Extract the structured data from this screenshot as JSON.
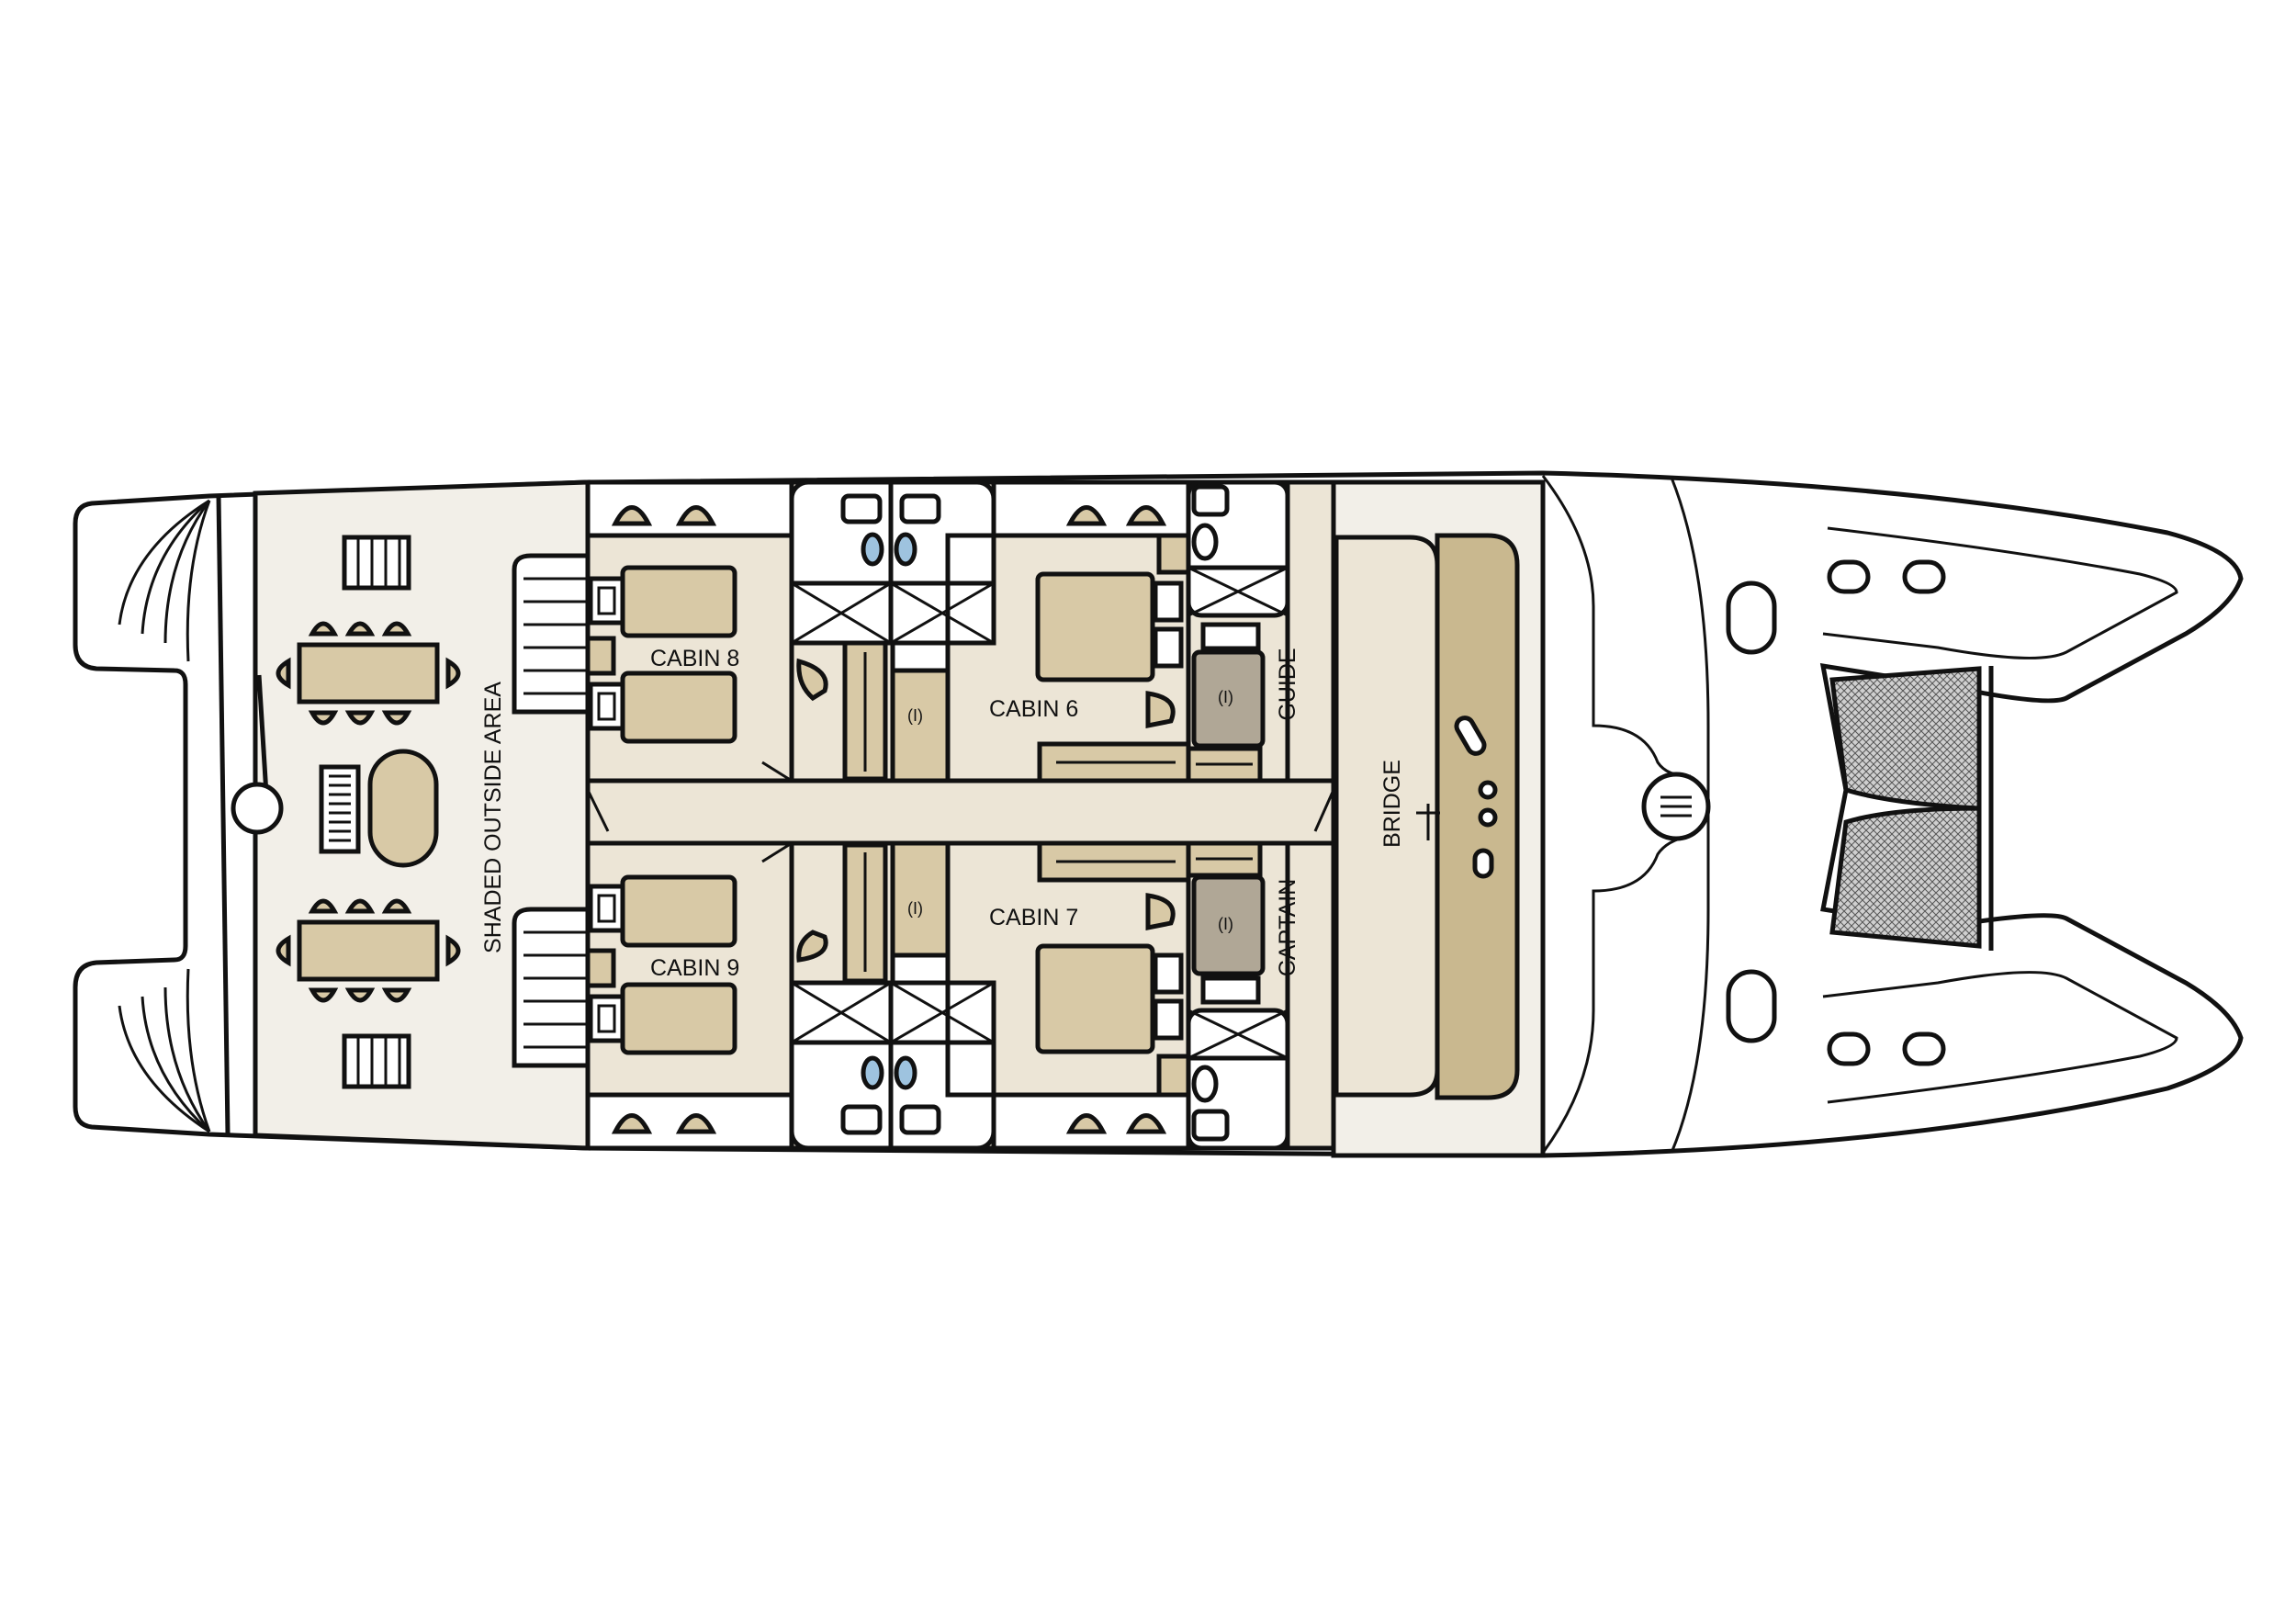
{
  "colors": {
    "deck": "#f2efe8",
    "cabin_floor": "#ece5d6",
    "furniture": "#d8c9a6",
    "bridge_console": "#c9b88f",
    "bathroom": "#ffffff",
    "shower": "#b0a796",
    "outline": "#111111",
    "glass": "#9ec3df"
  },
  "labels": {
    "shaded_outside_area": "SHADED OUTSIDE AREA",
    "cabin_8": "CABIN 8",
    "cabin_9": "CABIN 9",
    "cabin_6": "CABIN 6",
    "cabin_7": "CABIN 7",
    "guide": "GUIDE",
    "captain": "CAPTAIN",
    "bridge": "BRIDGE"
  }
}
